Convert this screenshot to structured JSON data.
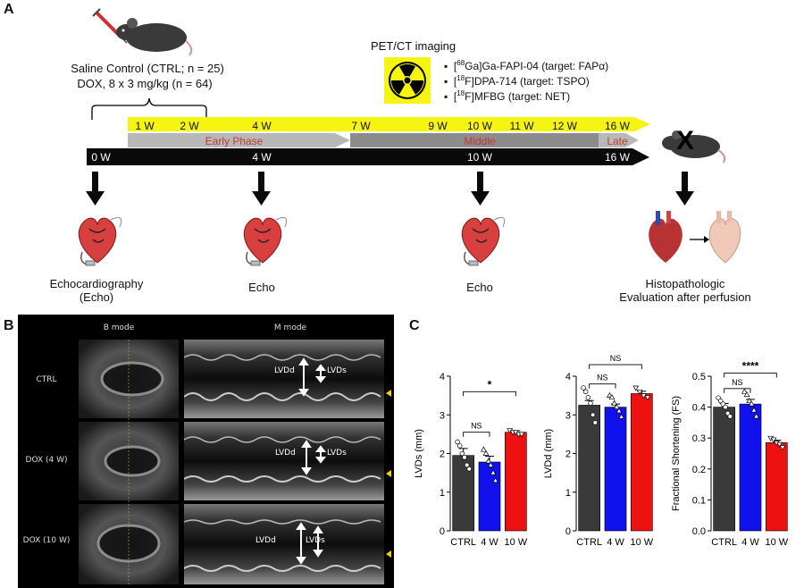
{
  "panelA": {
    "letter": "A",
    "control_label": "Saline Control (CTRL; n = 25)",
    "dox_label": "DOX, 8 x 3 mg/kg (n = 64)",
    "pet_title": "PET/CT imaging",
    "tracers": [
      {
        "sup": "68",
        "text": "Ga]Ga-FAPI-04 (target: FAPα)"
      },
      {
        "sup": "18",
        "text": "F]DPA-714 (target: TSPO)"
      },
      {
        "sup": "18",
        "text": "F]MFBG (target: NET)"
      }
    ],
    "yellow_weeks": [
      "1 W",
      "2 W",
      "4 W",
      "7 W",
      "9 W",
      "10 W",
      "11 W",
      "12 W",
      "16 W"
    ],
    "phases": [
      "Early Phase",
      "Middle",
      "Late"
    ],
    "black_weeks": [
      "0 W",
      "4 W",
      "10 W",
      "16 W"
    ],
    "mark_x": "X",
    "captions": {
      "first_line1": "Echocardiography",
      "first_line2": "(Echo)",
      "second": "Echo",
      "third": "Echo",
      "histo_line1": "Histopathologic",
      "histo_line2": "Evaluation after perfusion"
    },
    "colors": {
      "control": "#1a75c8",
      "dox": "#e0201b",
      "timeline_yellow": "#f5f511",
      "phase_grey": "#b8b8b8",
      "phase_dark": "#8c8c8c"
    }
  },
  "panelB": {
    "letter": "B",
    "bmode_header": "B mode",
    "mmode_header": "M mode",
    "rows": [
      {
        "label": "CTRL",
        "lvdd": "LVDd",
        "lvds": "LVDs"
      },
      {
        "label": "DOX (4 W)",
        "lvdd": "LVDd",
        "lvds": "LVDs"
      },
      {
        "label": "DOX (10 W)",
        "lvdd": "LVDd",
        "lvds": "LVDs"
      }
    ]
  },
  "panelC": {
    "letter": "C"
  },
  "chart_data": [
    {
      "type": "bar",
      "ylabel": "LVDs (mm)",
      "categories": [
        "CTRL",
        "4 W",
        "10 W"
      ],
      "values": [
        1.95,
        1.78,
        2.55
      ],
      "errors": [
        0.18,
        0.15,
        0.04
      ],
      "ylim": [
        0,
        4
      ],
      "yticks": [
        "0",
        "1",
        "2",
        "3",
        "4"
      ],
      "colors": [
        "#3a3a3a",
        "#1111ee",
        "#ee1111"
      ],
      "points": [
        [
          2.3,
          2.2,
          2.0,
          1.9,
          1.7,
          1.6
        ],
        [
          2.1,
          2.0,
          1.8,
          1.7,
          1.5,
          1.3
        ],
        [
          2.6,
          2.55,
          2.55,
          2.5,
          2.5
        ]
      ],
      "significance": [
        {
          "label": "*",
          "from": 0,
          "to": 2,
          "level": 3.6
        },
        {
          "label": "NS",
          "from": 0,
          "to": 1,
          "level": 2.55
        }
      ]
    },
    {
      "type": "bar",
      "ylabel": "LVDd (mm)",
      "categories": [
        "CTRL",
        "4 W",
        "10 W"
      ],
      "values": [
        3.25,
        3.2,
        3.55
      ],
      "errors": [
        0.12,
        0.08,
        0.06
      ],
      "ylim": [
        0,
        4
      ],
      "yticks": [
        "0",
        "1",
        "2",
        "3",
        "4"
      ],
      "colors": [
        "#3a3a3a",
        "#1111ee",
        "#ee1111"
      ],
      "points": [
        [
          3.7,
          3.6,
          3.45,
          3.3,
          3.0,
          2.8
        ],
        [
          3.5,
          3.45,
          3.3,
          3.2,
          3.1,
          2.95
        ],
        [
          3.7,
          3.6,
          3.5,
          3.45
        ]
      ],
      "significance": [
        {
          "label": "NS",
          "from": 0,
          "to": 2,
          "level": 4.3
        },
        {
          "label": "NS",
          "from": 0,
          "to": 1,
          "level": 3.8
        }
      ]
    },
    {
      "type": "bar",
      "ylabel": "Fractional Shortening (FS)",
      "categories": [
        "CTRL",
        "4 W",
        "10 W"
      ],
      "values": [
        0.4,
        0.41,
        0.285
      ],
      "errors": [
        0.012,
        0.015,
        0.008
      ],
      "ylim": [
        0,
        0.5
      ],
      "yticks": [
        "0.0",
        "0.1",
        "0.2",
        "0.3",
        "0.4",
        "0.5"
      ],
      "colors": [
        "#3a3a3a",
        "#1111ee",
        "#ee1111"
      ],
      "points": [
        [
          0.43,
          0.42,
          0.41,
          0.4,
          0.38,
          0.37
        ],
        [
          0.45,
          0.44,
          0.42,
          0.41,
          0.39,
          0.37
        ],
        [
          0.3,
          0.295,
          0.285,
          0.28,
          0.27
        ]
      ],
      "significance": [
        {
          "label": "****",
          "from": 0,
          "to": 2,
          "level": 0.51
        },
        {
          "label": "NS",
          "from": 0,
          "to": 1,
          "level": 0.46
        }
      ]
    }
  ]
}
